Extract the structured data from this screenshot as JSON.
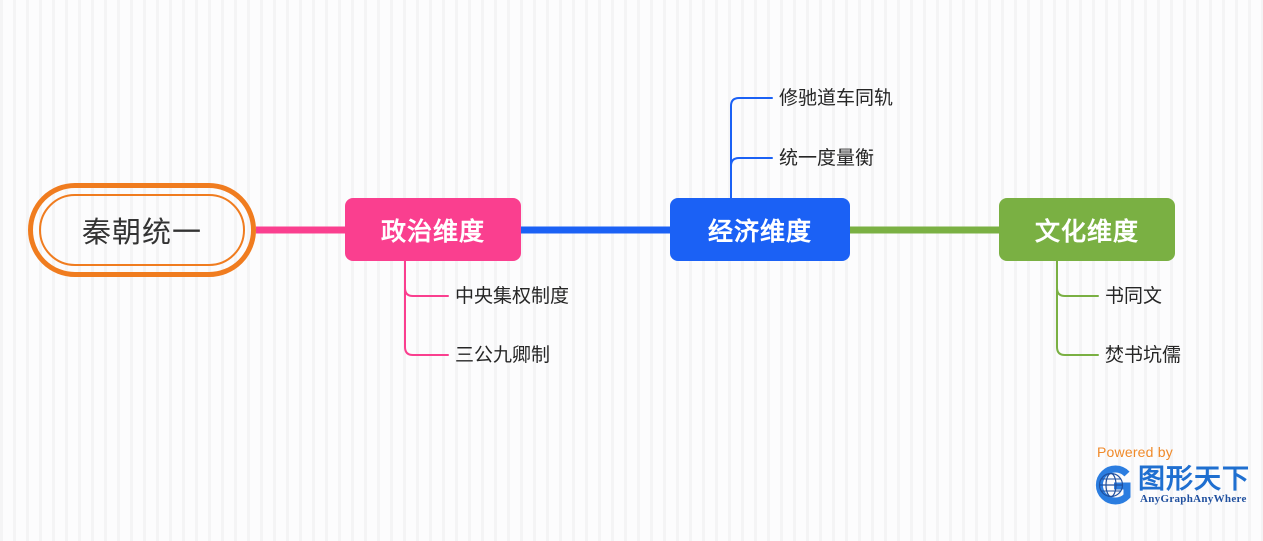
{
  "diagram": {
    "type": "mind-map",
    "root": {
      "label": "秦朝统一",
      "color": "#f07c1f",
      "shape": "rounded-pill-double-ring"
    },
    "branches": [
      {
        "id": "political",
        "label": "政治维度",
        "color": "#fa3f8f",
        "text_color": "#ffffff",
        "children": [
          {
            "label": "中央集权制度"
          },
          {
            "label": "三公九卿制"
          }
        ]
      },
      {
        "id": "economic",
        "label": "经济维度",
        "color": "#1b61f5",
        "text_color": "#ffffff",
        "children": [
          {
            "label": "修驰道车同轨"
          },
          {
            "label": "统一度量衡"
          }
        ]
      },
      {
        "id": "cultural",
        "label": "文化维度",
        "color": "#7ab043",
        "text_color": "#ffffff",
        "children": [
          {
            "label": "书同文"
          },
          {
            "label": "焚书坑儒"
          }
        ]
      }
    ]
  },
  "watermark": {
    "powered_by": "Powered by",
    "brand_cn": "图形天下",
    "brand_en": "AnyGraphAnyWhere",
    "powered_color": "#f08a2a",
    "brand_color": "#1f6fd0"
  }
}
